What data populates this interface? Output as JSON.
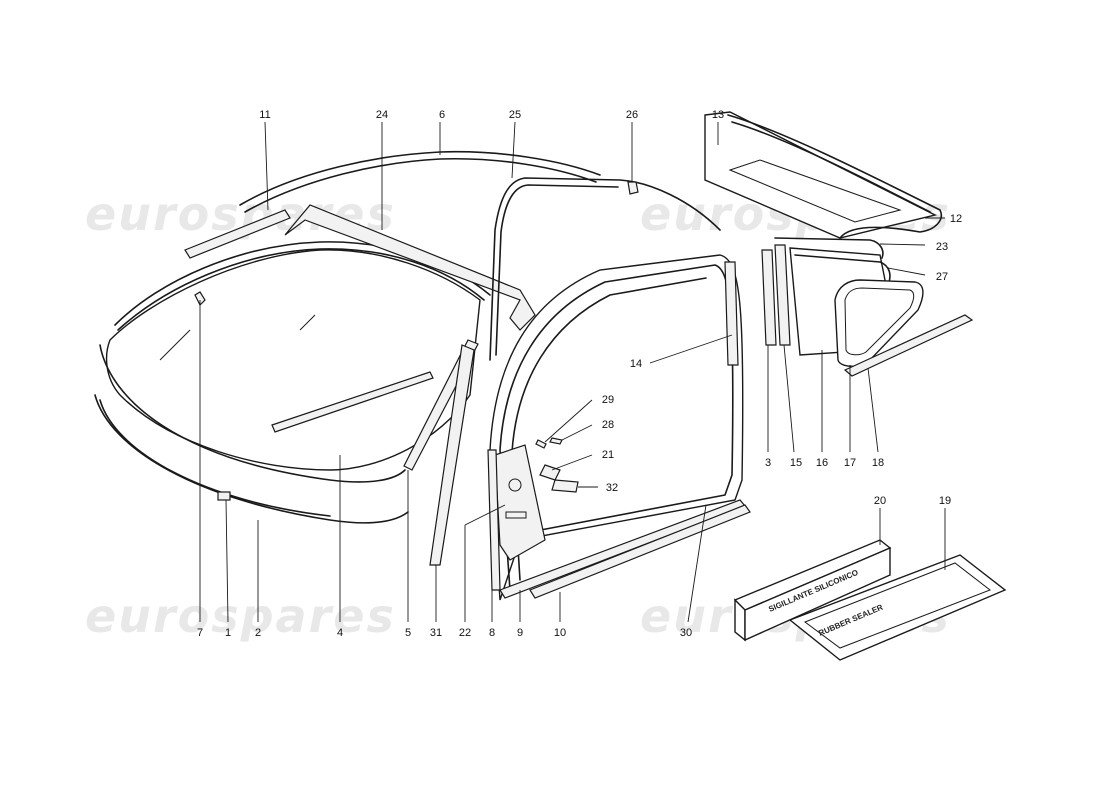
{
  "watermark": {
    "text": "eurospares"
  },
  "labels": {
    "l1": "1",
    "l2": "2",
    "l3": "3",
    "l4": "4",
    "l5": "5",
    "l6": "6",
    "l7": "7",
    "l8": "8",
    "l9": "9",
    "l10": "10",
    "l11": "11",
    "l12": "12",
    "l13": "13",
    "l14": "14",
    "l15": "15",
    "l16": "16",
    "l17": "17",
    "l18": "18",
    "l19": "19",
    "l20": "20",
    "l21": "21",
    "l22": "22",
    "l23": "23",
    "l24": "24",
    "l25": "25",
    "l26": "26",
    "l27": "27",
    "l28": "28",
    "l29": "29",
    "l30": "30",
    "l31": "31",
    "l32": "32"
  },
  "sealant_box": {
    "line1": "SIGILLANTE SILICONICO",
    "line2": "RUBBER SEALER"
  },
  "colors": {
    "ink": "#1a1a1a",
    "watermark": "#e8e8e8",
    "background": "#ffffff"
  }
}
